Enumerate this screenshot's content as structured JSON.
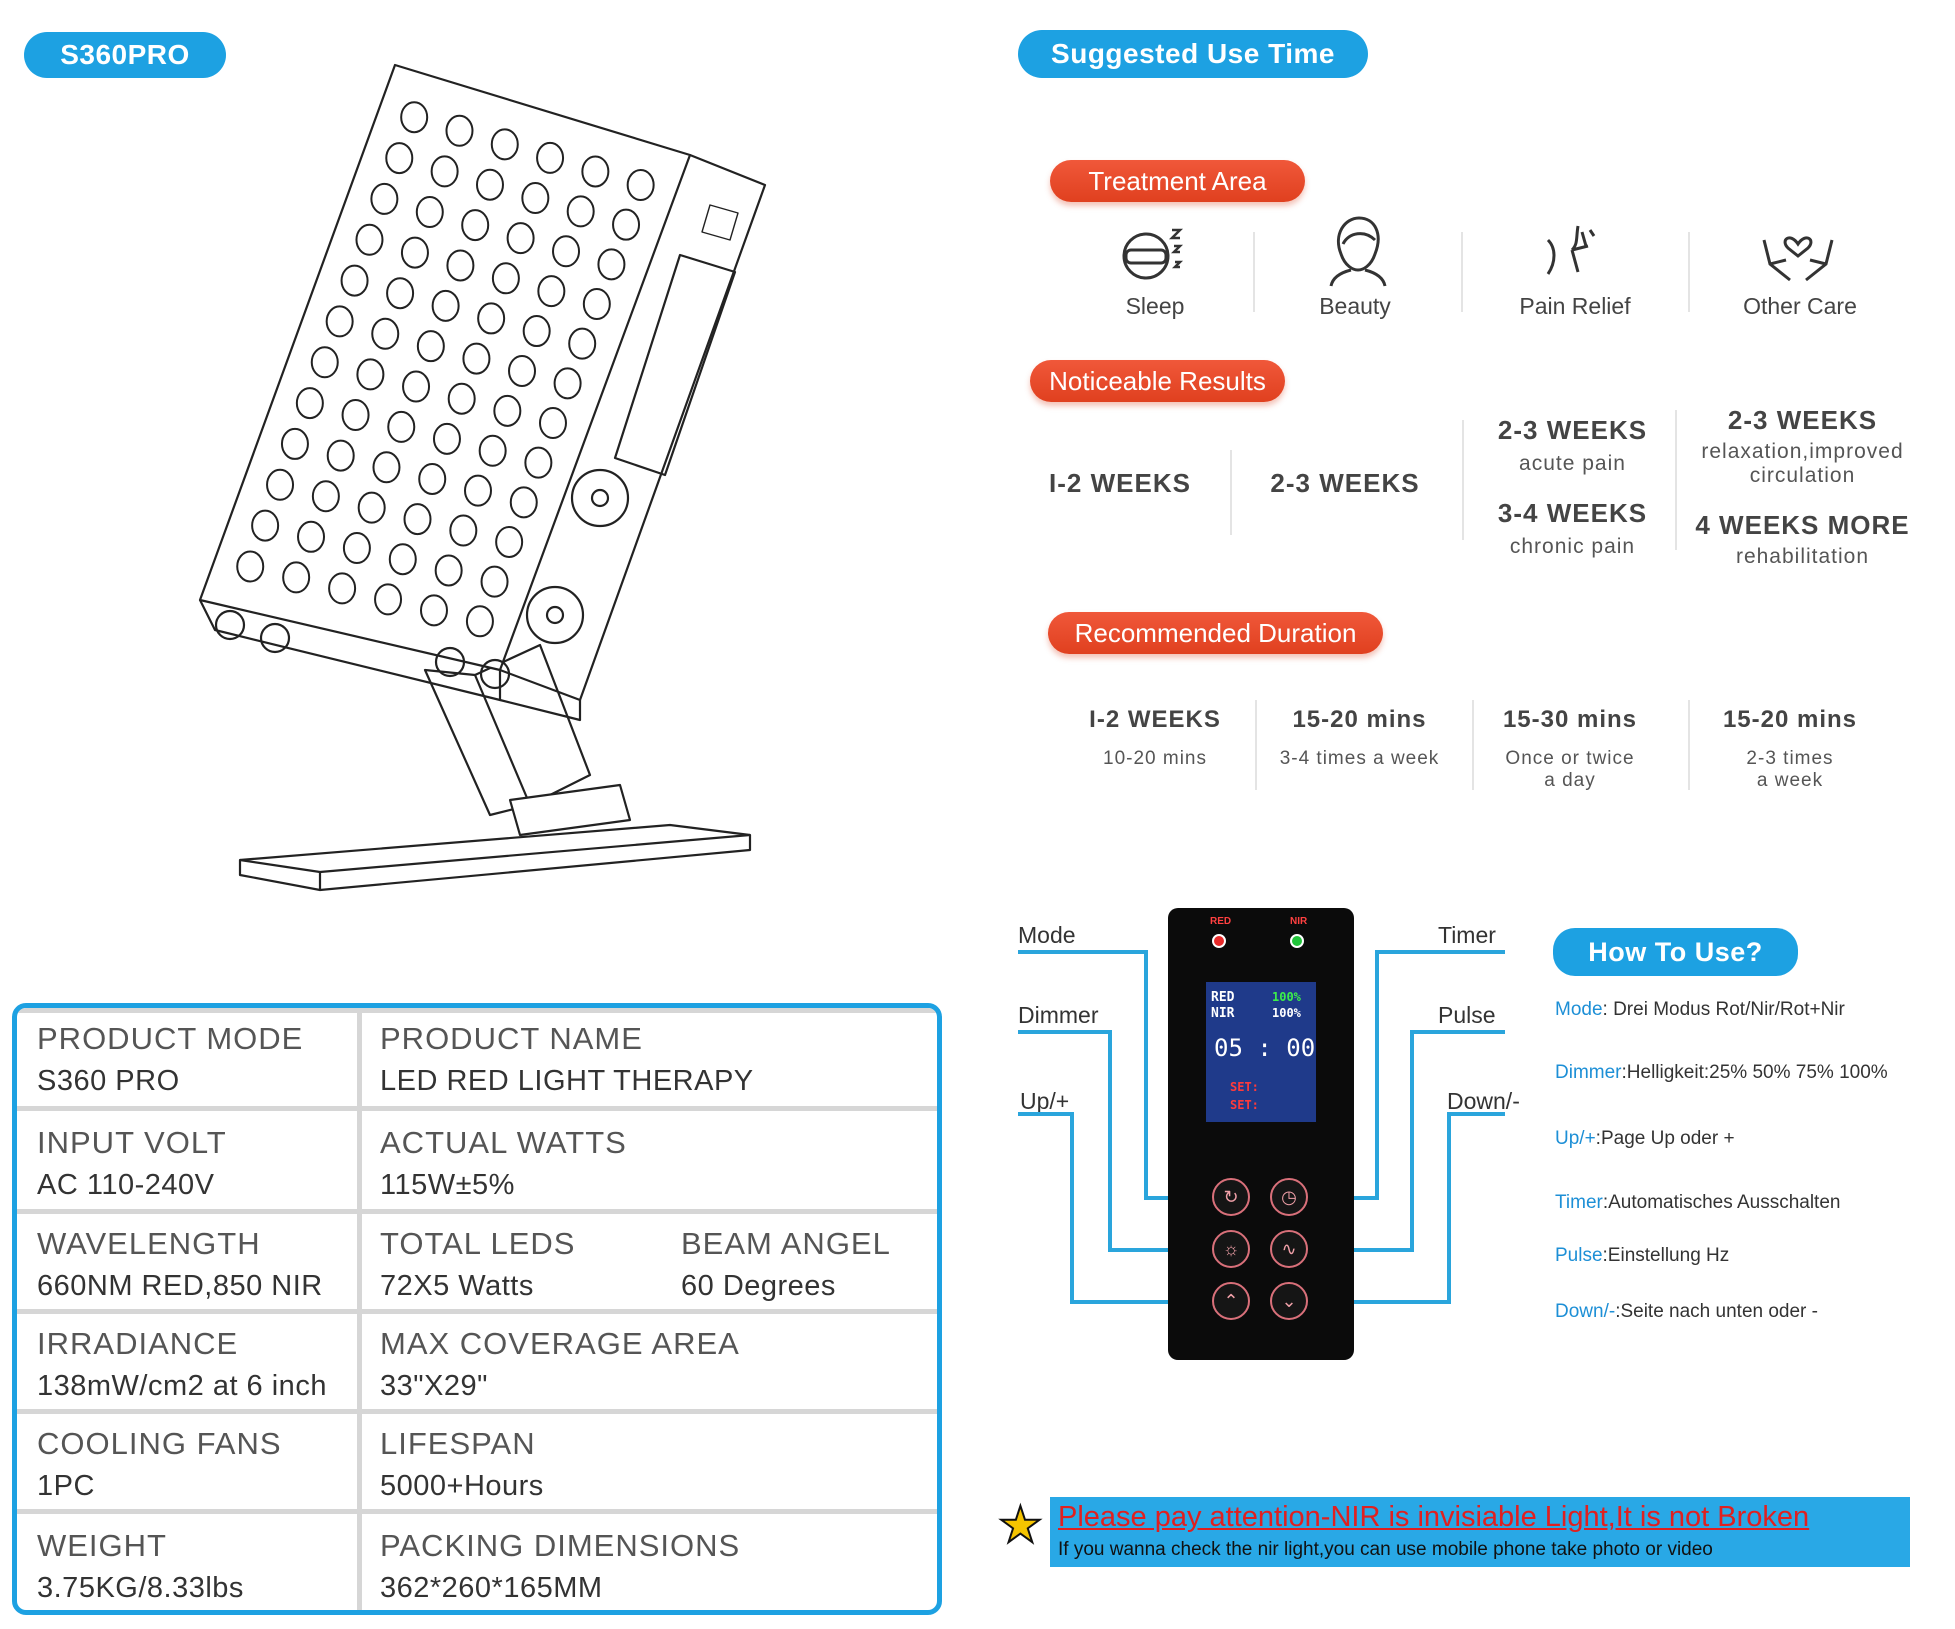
{
  "product_badge": "S360PRO",
  "specs": {
    "rows": [
      {
        "cells": [
          {
            "h": "PRODUCT MODE",
            "v": "S360 PRO"
          },
          {
            "h": "PRODUCT NAME",
            "v": "LED RED LIGHT THERAPY"
          }
        ]
      },
      {
        "cells": [
          {
            "h": "INPUT VOLT",
            "v": "AC 110-240V"
          },
          {
            "h": "ACTUAL WATTS",
            "v": "115W±5%"
          }
        ]
      },
      {
        "cells": [
          {
            "h": "WAVELENGTH",
            "v": "660NM RED,850 NIR"
          },
          {
            "h": "TOTAL LEDS",
            "v": "72X5 Watts"
          },
          {
            "h": "BEAM ANGEL",
            "v": "60 Degrees"
          }
        ]
      },
      {
        "cells": [
          {
            "h": "IRRADIANCE",
            "v": "138mW/cm2 at 6 inch"
          },
          {
            "h": "MAX COVERAGE AREA",
            "v": "33\"X29\""
          }
        ]
      },
      {
        "cells": [
          {
            "h": "COOLING FANS",
            "v": "1PC"
          },
          {
            "h": "LIFESPAN",
            "v": "5000+Hours"
          }
        ]
      },
      {
        "cells": [
          {
            "h": "WEIGHT",
            "v": "3.75KG/8.33lbs"
          },
          {
            "h": "PACKING DIMENSIONS",
            "v": "362*260*165MM"
          }
        ]
      }
    ]
  },
  "suggested": {
    "title": "Suggested Use Time",
    "treatment_area": "Treatment Area",
    "categories": [
      {
        "label": "Sleep",
        "icon": "sleep-mask-icon"
      },
      {
        "label": "Beauty",
        "icon": "face-icon"
      },
      {
        "label": "Pain Relief",
        "icon": "pain-icon"
      },
      {
        "label": "Other Care",
        "icon": "heart-hands-icon"
      }
    ],
    "noticeable_results": "Noticeable Results",
    "results": {
      "sleep": "I-2 WEEKS",
      "beauty": "2-3 WEEKS",
      "pain_a_title": "2-3 WEEKS",
      "pain_a_sub": "acute pain",
      "pain_b_title": "3-4 WEEKS",
      "pain_b_sub": "chronic pain",
      "other_a_title": "2-3 WEEKS",
      "other_a_sub1": "relaxation,improved",
      "other_a_sub2": "circulation",
      "other_b_title": "4 WEEKS MORE",
      "other_b_sub": "rehabilitation"
    },
    "recommended_duration": "Recommended Duration",
    "durations": [
      {
        "title": "I-2 WEEKS",
        "sub1": "10-20 mins",
        "sub2": ""
      },
      {
        "title": "15-20 mins",
        "sub1": "3-4 times a week",
        "sub2": ""
      },
      {
        "title": "15-30 mins",
        "sub1": "Once or twice",
        "sub2": "a day"
      },
      {
        "title": "15-20 mins",
        "sub1": "2-3 times",
        "sub2": "a week"
      }
    ]
  },
  "controller": {
    "labels": {
      "mode": "Mode",
      "dimmer": "Dimmer",
      "up": "Up/+",
      "timer": "Timer",
      "pulse": "Pulse",
      "down": "Down/-"
    },
    "indicators": {
      "red": "RED",
      "nir": "NIR"
    },
    "screen": {
      "red": "RED",
      "nir": "NIR",
      "red_pct": "100%",
      "nir_pct": "100%",
      "time": "05 : 00",
      "set1": "SET:",
      "set2": "SET:"
    }
  },
  "how_to": {
    "title": "How To Use?",
    "items": [
      {
        "key": "Mode",
        "text": ": Drei Modus Rot/Nir/Rot+Nir"
      },
      {
        "key": "Dimmer",
        "text": ":Helligkeit:25% 50% 75% 100%"
      },
      {
        "key": "Up/+",
        "text": ":Page Up oder +"
      },
      {
        "key": "Timer",
        "text": ":Automatisches Ausschalten"
      },
      {
        "key": "Pulse",
        "text": ":Einstellung Hz"
      },
      {
        "key": "Down/-",
        "text": ":Seite nach unten oder -"
      }
    ]
  },
  "notice": {
    "title": "Please pay attention-NIR is invisiable Light,It is not Broken",
    "sub": "If you wanna check the nir light,you can use mobile phone take photo or video"
  },
  "colors": {
    "accent": "#1da1e2",
    "red_pill": "#e84a2b",
    "howto_key": "#1d8fd6",
    "notice_red": "#e02020"
  }
}
